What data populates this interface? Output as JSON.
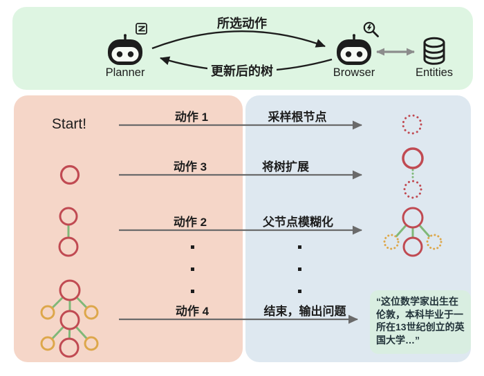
{
  "colors": {
    "panel-green": "#def5e2",
    "panel-pink": "#f5d6c8",
    "panel-blue": "#dee8f0",
    "quote-bg": "#d9eee1",
    "node-red": "#c04a52",
    "node-yellow": "#dda74b",
    "edge-green": "#7fb878",
    "arrow-gray": "#6a6a6a",
    "ink": "#1d1d1d"
  },
  "top": {
    "planner_label": "Planner",
    "browser_label": "Browser",
    "entities_label": "Entities",
    "arrow_to_browser": "所选动作",
    "arrow_to_planner": "更新后的树",
    "icons": {
      "planner": "robot-icon",
      "planner_badge": "scroll-icon",
      "browser": "robot-icon",
      "browser_badge": "magnifier-bolt-icon",
      "entities": "database-icon"
    }
  },
  "flow": {
    "start_label": "Start!",
    "rows": [
      {
        "action": "动作 1",
        "result": "采样根节点"
      },
      {
        "action": "动作 3",
        "result": "将树扩展"
      },
      {
        "action": "动作 2",
        "result": "父节点模糊化"
      },
      {
        "action": "动作 4",
        "result": "结束，输出问题"
      }
    ],
    "output_quote": "“这位数学家出生在伦敦，本科毕业于一所在13世纪创立的英国大学…”"
  }
}
